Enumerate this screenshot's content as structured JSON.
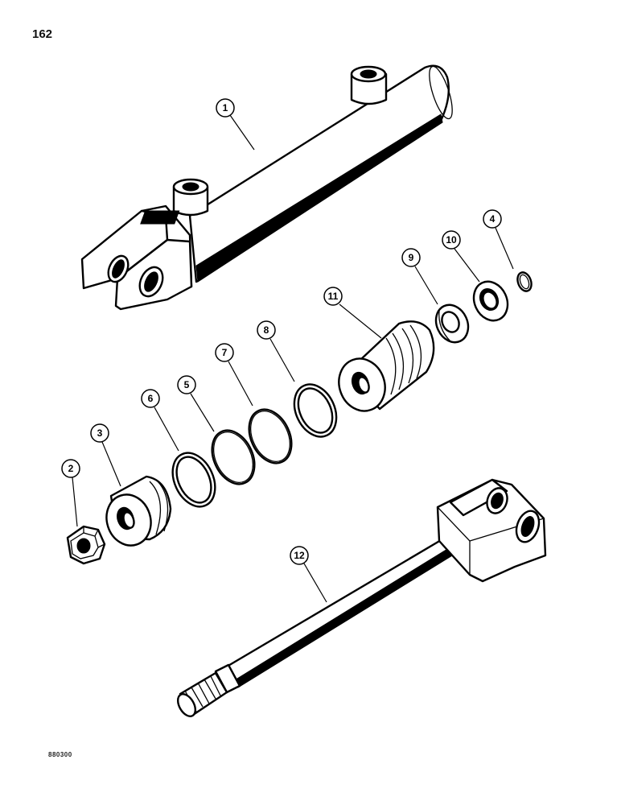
{
  "page": {
    "number": "162",
    "figure_code": "880300"
  },
  "callouts": [
    "1",
    "2",
    "3",
    "4",
    "5",
    "6",
    "7",
    "8",
    "9",
    "10",
    "11",
    "12"
  ]
}
